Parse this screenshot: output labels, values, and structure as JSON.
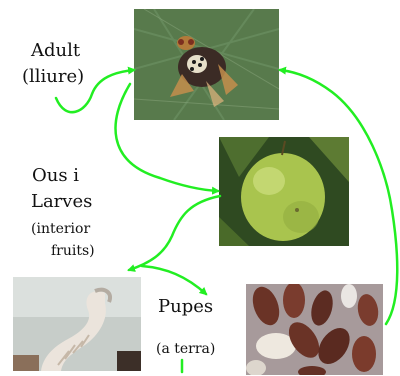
{
  "stages": {
    "adult": {
      "title": "Adult",
      "subtitle": "(lliure)"
    },
    "eggs_larvae": {
      "title_line1": "Ous i",
      "title_line2": "Larves",
      "subtitle_line1": "(interior",
      "subtitle_line2": "fruits)"
    },
    "pupae": {
      "title": "Pupes",
      "subtitle": "(a terra)"
    }
  },
  "colors": {
    "arrow": "#22ee22",
    "leaf": "#5f7d4e",
    "apple": "#a9c44e",
    "pupa": "#6a3326"
  },
  "icons": [
    "fly-photo",
    "apple-photo",
    "larva-photo",
    "pupae-photo"
  ]
}
